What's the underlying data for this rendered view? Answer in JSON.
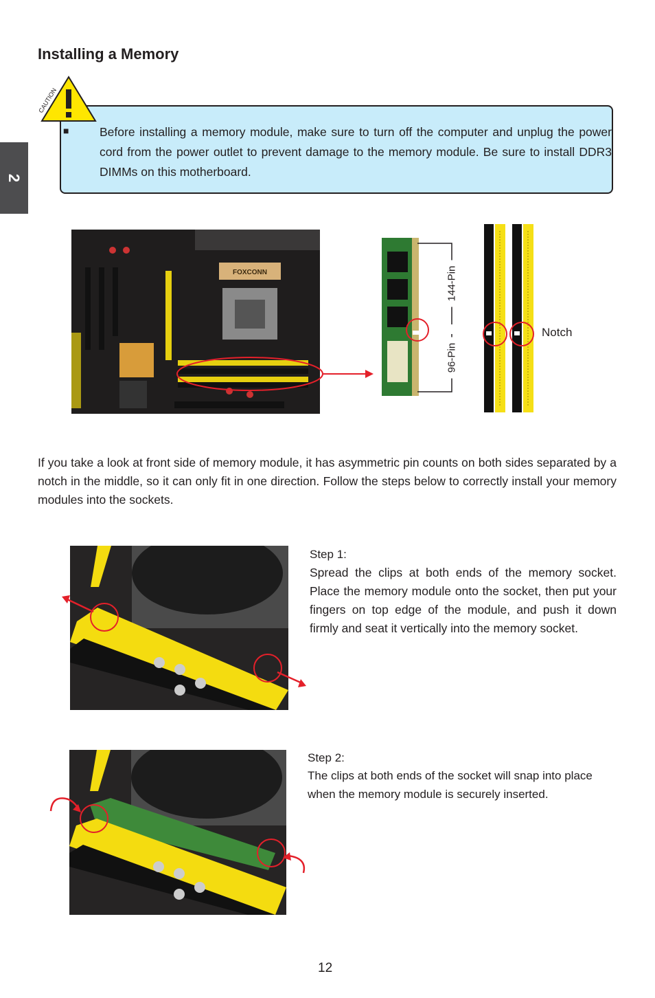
{
  "chapter_tab": "2",
  "title": "Installing a Memory",
  "caution": {
    "icon_label": "CAUTION",
    "text": "Before installing a memory module, make sure to turn off the computer and unplug the power cord from the power outlet to prevent damage to the memory module. Be sure to install DDR3 DIMMs on this motherboard."
  },
  "diagram": {
    "board_brand": "FOXCONN",
    "pin_144": "144-Pin",
    "pin_96": "96-Pin",
    "notch_label": "Notch"
  },
  "intro": "If you take a look at front side of memory module, it has asymmetric pin counts on both sides separated by a notch in the middle, so it can only fit in one direction. Follow the steps below to correctly install your memory modules into the sockets.",
  "step1": {
    "label": "Step 1:",
    "text": "Spread the clips at both ends of the memory socket. Place the memory module onto the socket, then put your fingers on top edge of the module, and push it down firmly and seat it vertically into the memory socket."
  },
  "step2": {
    "label": "Step 2:",
    "text": "The clips at both ends of the socket will snap into place when the memory module is securely inserted."
  },
  "page_number": "12"
}
